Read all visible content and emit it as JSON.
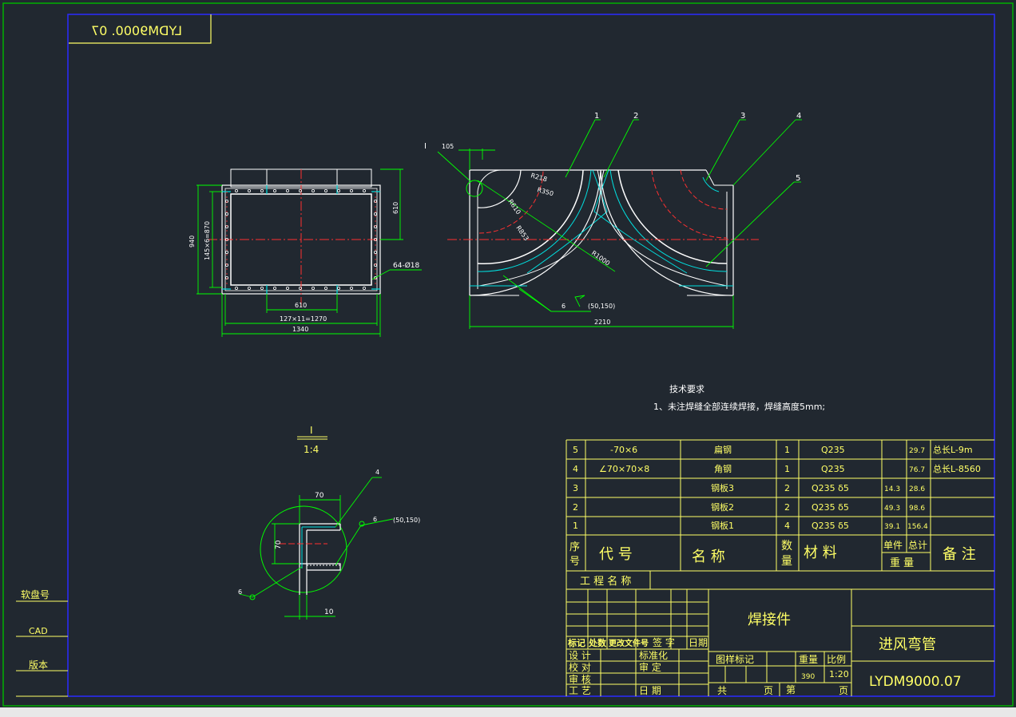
{
  "colors": {
    "background": "#212830",
    "outer_border": "#00b000",
    "inner_border": "#2a2aff",
    "geometry": "#ffffff",
    "centerline": "#ff3030",
    "hidden_red": "#e02020",
    "cyan": "#00e0e0",
    "dimension": "#00ff00",
    "text": "#ffff66",
    "table_line": "#ffff66"
  },
  "stamp": {
    "drawing_no_mirrored": "LYDM9000. 07"
  },
  "side_labels": {
    "soft_disk": "软盘号",
    "cad": "CAD",
    "version": "版本"
  },
  "front_view": {
    "dim_height": "940",
    "dim_pitch_v": "145×6=870",
    "dim_610_right": "610",
    "dim_holes": "64-Ø18",
    "dim_610_bottom": "610",
    "dim_pitch_h": "127×11=1270",
    "dim_1340": "1340"
  },
  "bend_view": {
    "detail_mark": "I",
    "dim_105": "105",
    "r218": "R218",
    "r350": "R350",
    "r610": "R610",
    "r853": "R853",
    "r1000": "R1000",
    "weld_symbol": "6",
    "weld_spec": "(50,150)",
    "dim_2210": "2210",
    "balloons": [
      "1",
      "2",
      "3",
      "4",
      "5"
    ]
  },
  "requirements": {
    "title": "技术要求",
    "item1": "1、未注焊缝全部连续焊接，焊缝高度5mm;"
  },
  "detail": {
    "label": "I",
    "scale": "1:4",
    "dim_70_top": "70",
    "dim_70_left": "70",
    "dim_10": "10",
    "balloon": "4",
    "weld_symbol": "6",
    "weld_spec": "(50,150)",
    "weld_symbol_2": "6"
  },
  "bom": {
    "rows": [
      {
        "no": "5",
        "code": "-70×6",
        "name": "扁钢",
        "qty": "1",
        "material": "Q235",
        "unit_wt": "",
        "total_wt": "29.7",
        "note": "总长L-9m"
      },
      {
        "no": "4",
        "code": "∠70×70×8",
        "name": "角钢",
        "qty": "1",
        "material": "Q235",
        "unit_wt": "",
        "total_wt": "76.7",
        "note": "总长L-8560"
      },
      {
        "no": "3",
        "code": "",
        "name": "钢板3",
        "qty": "2",
        "material": "Q235  δ5",
        "unit_wt": "14.3",
        "total_wt": "28.6",
        "note": ""
      },
      {
        "no": "2",
        "code": "",
        "name": "钢板2",
        "qty": "2",
        "material": "Q235  δ5",
        "unit_wt": "49.3",
        "total_wt": "98.6",
        "note": ""
      },
      {
        "no": "1",
        "code": "",
        "name": "钢板1",
        "qty": "4",
        "material": "Q235  δ5",
        "unit_wt": "39.1",
        "total_wt": "156.4",
        "note": ""
      }
    ],
    "header": {
      "no_a": "序",
      "no_b": "号",
      "code": "代        号",
      "name": "名          称",
      "qty_a": "数",
      "qty_b": "量",
      "material": "材        料",
      "unit": "单件",
      "total": "总计",
      "weight": "重 量",
      "note": "备  注"
    }
  },
  "title_block": {
    "project_name": "工 程 名 称",
    "part_type": "焊接件",
    "part_name": "进风弯管",
    "drawing_no": "LYDM9000.07",
    "rev_headers": [
      "标记",
      "处数",
      "更改文件号",
      "签 字",
      "日期"
    ],
    "design": "设  计",
    "check": "校  对",
    "review": "审  核",
    "process": "工  艺",
    "standard": "标准化",
    "approve": "审  定",
    "date": "日  期",
    "pattern_mark": "图样标记",
    "weight_label": "重量",
    "scale_label": "比例",
    "weight": "390",
    "scale": "1:20",
    "total_sheets": "共",
    "sheets_unit": "页",
    "sheet_no": "第",
    "sheet_unit": "页"
  }
}
